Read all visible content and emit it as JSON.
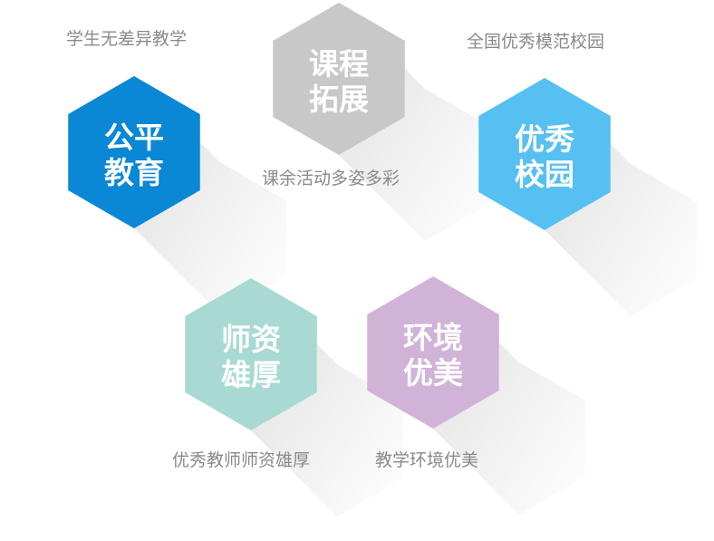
{
  "items": [
    {
      "title_line1": "公平",
      "title_line2": "教育",
      "caption": "学生无差异教学",
      "color": "#0a87d5"
    },
    {
      "title_line1": "课程",
      "title_line2": "拓展",
      "caption": "课余活动多姿多彩",
      "color": "#c8c8c8"
    },
    {
      "title_line1": "优秀",
      "title_line2": "校园",
      "caption": "全国优秀模范校园",
      "color": "#56c0f2"
    },
    {
      "title_line1": "师资",
      "title_line2": "雄厚",
      "caption": "优秀教师师资雄厚",
      "color": "#a8dad3"
    },
    {
      "title_line1": "环境",
      "title_line2": "优美",
      "caption": "教学环境优美",
      "color": "#d1b3d8"
    }
  ]
}
